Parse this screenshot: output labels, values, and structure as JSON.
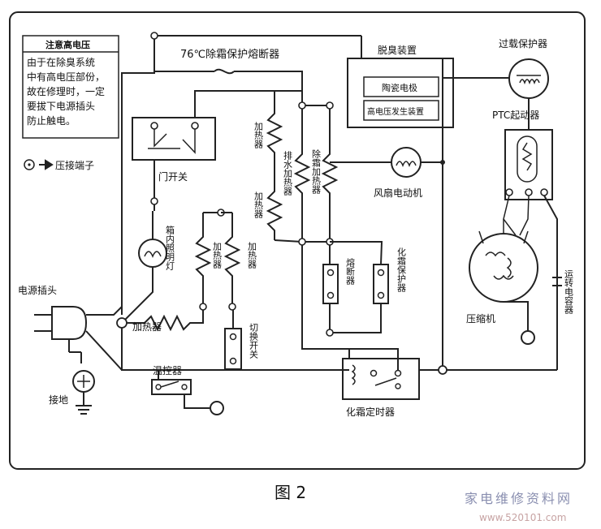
{
  "notice": {
    "title": "注意高电压",
    "body": [
      "由于在除臭系统",
      "中有高电压部份，",
      "故在修理时，一定",
      "要拔下电源插头",
      "防止触电。"
    ]
  },
  "legend": {
    "text": "压接端子"
  },
  "labels": {
    "fuse": "76℃除霜保护熔断器",
    "deodorizer": "脱臭装置",
    "ceramic_electrode": "陶瓷电极",
    "hv_generator": "高电压发生装置",
    "overload": "过载保护器",
    "ptc": "PTC起动器",
    "door_switch": "门开关",
    "fan_motor": "风扇电动机",
    "heater_a": "加热器",
    "drain_heater": "排水加热器",
    "heater_b": "加热器",
    "defrost_heater": "除霜加热器",
    "lamp": "箱内照明灯",
    "heater_c": "加热器",
    "heater_d": "加热器",
    "fuse_small": "熔断器",
    "defrost_protector": "化霜保护器",
    "power_plug": "电源插头",
    "heater_bottom": "加热器",
    "switch": "切换开关",
    "ground": "接地",
    "thermostat": "温控器",
    "timer": "化霜定时器",
    "compressor": "压缩机",
    "run_capacitor": "运转电容器"
  },
  "caption": "图 2",
  "watermark": {
    "cn": "家电维修资料网",
    "url": "www.520101.com"
  }
}
